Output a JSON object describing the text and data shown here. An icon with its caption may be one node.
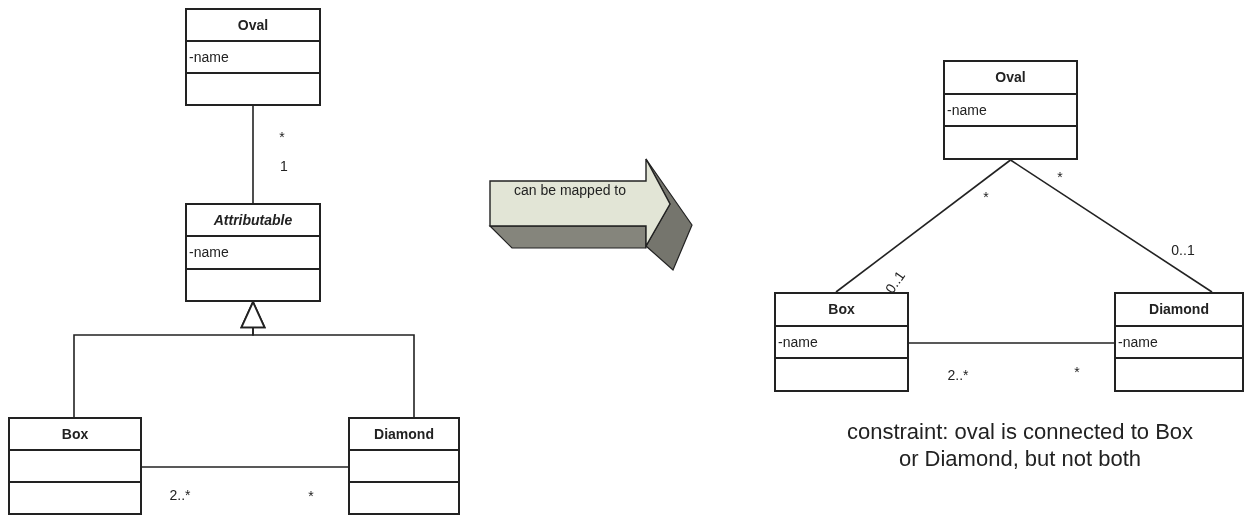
{
  "diagram": {
    "nodes": [
      {
        "text": [
          "Oval",
          "-name"
        ]
      },
      {
        "text": [
          "Attributable",
          "-name"
        ]
      },
      {
        "text": [
          "Box"
        ]
      },
      {
        "text": [
          "Diamond"
        ]
      },
      {
        "text": [
          "can be mapped to"
        ]
      },
      {
        "text": [
          "Oval",
          "-name"
        ]
      },
      {
        "text": [
          "Box",
          "-name"
        ]
      },
      {
        "text": [
          "Diamond",
          "-name"
        ]
      }
    ],
    "edges": [
      {
        "from": 0,
        "to": 1,
        "arrow": "none"
      },
      {
        "from": 2,
        "to": 1,
        "arrow": "to"
      },
      {
        "from": 3,
        "to": 1,
        "arrow": "to"
      },
      {
        "from": 2,
        "to": 3,
        "arrow": "none"
      },
      {
        "from": 5,
        "to": 6,
        "arrow": "none"
      },
      {
        "from": 5,
        "to": 7,
        "arrow": "none"
      },
      {
        "from": 6,
        "to": 7,
        "arrow": "none"
      }
    ],
    "labels": [
      "*",
      "1",
      "2..*",
      "*",
      "*",
      "*",
      "0..1",
      "0..1",
      "2..*",
      "*",
      "constraint: oval is connected to Box or Diamond, but not both"
    ]
  }
}
